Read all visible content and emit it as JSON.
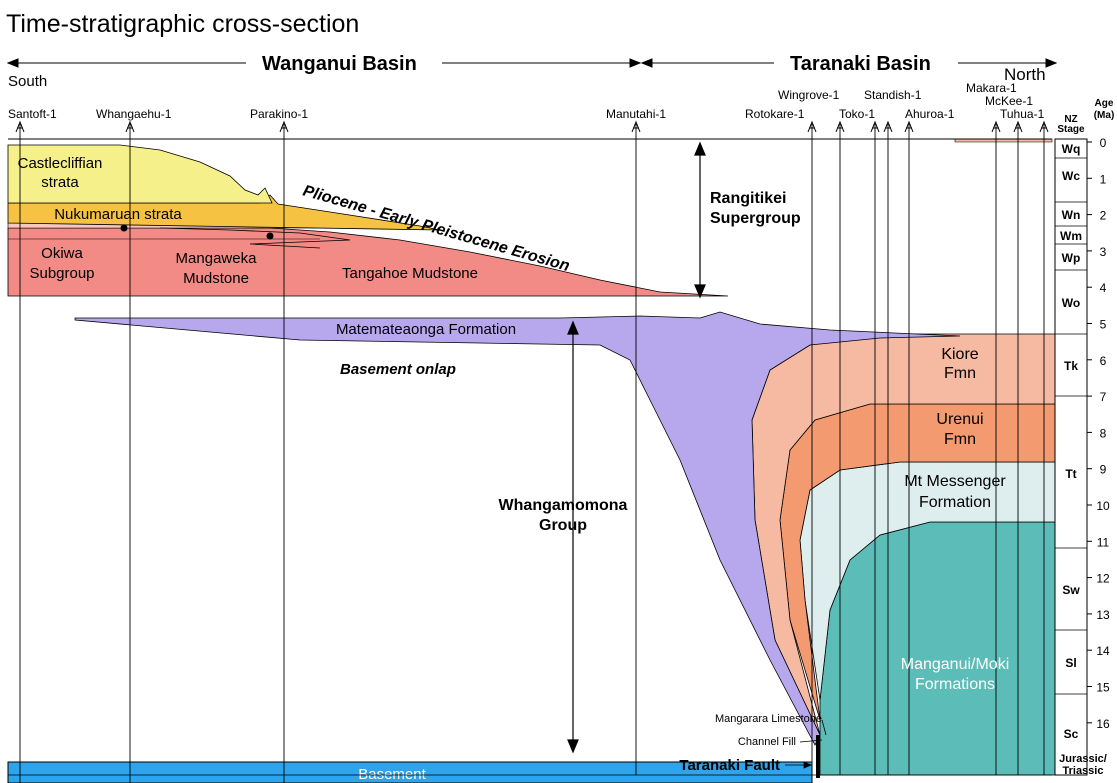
{
  "title": "Time-stratigraphic cross-section",
  "basins": {
    "wanganui": "Wanganui Basin",
    "taranaki": "Taranaki Basin"
  },
  "directions": {
    "south": "South",
    "north": "North"
  },
  "wells": [
    "Santoft-1",
    "Whangaehu-1",
    "Parakino-1",
    "Manutahi-1",
    "Rotokare-1",
    "Wingrove-1",
    "Toko-1",
    "Standish-1",
    "Ahuroa-1",
    "Makara-1",
    "McKee-1",
    "Tuhua-1"
  ],
  "stage_header": {
    "nz": "NZ",
    "stage": "Stage",
    "age": "Age",
    "ma": "(Ma)"
  },
  "stages": [
    "Wq",
    "Wc",
    "Wn",
    "Wm",
    "Wp",
    "Wo",
    "Tk",
    "Tt",
    "Sw",
    "Sl",
    "Sc"
  ],
  "ages": [
    "0",
    "1",
    "2",
    "3",
    "4",
    "5",
    "6",
    "7",
    "8",
    "9",
    "10",
    "11",
    "12",
    "13",
    "14",
    "15",
    "16"
  ],
  "jurassic": [
    "Jurassic/",
    "Triassic"
  ],
  "units": {
    "castlecliffian": [
      "Castlecliffian",
      "strata"
    ],
    "nukumaruan": "Nukumaruan strata",
    "okiwa": [
      "Okiwa",
      "Subgroup"
    ],
    "mangaweka": [
      "Mangaweka",
      "Mudstone"
    ],
    "tangahoe": "Tangahoe  Mudstone",
    "matemateaonga": "Matemateaonga Formation",
    "kiore": [
      "Kiore",
      "Fmn"
    ],
    "urenui": [
      "Urenui",
      "Fmn"
    ],
    "mt_messenger": [
      "Mt Messenger",
      "Formation"
    ],
    "manganui": [
      "Manganui/Moki",
      "Formations"
    ],
    "basement": "Basement"
  },
  "annotations": {
    "erosion": "Pliocene - Early Pleistocene Erosion",
    "rangitikei": [
      "Rangitikei",
      "Supergroup"
    ],
    "basement_onlap": "Basement onlap",
    "whangamomona": [
      "Whangamomona",
      "Group"
    ],
    "mangarara": "Mangarara Limestone",
    "channel_fill": "Channel Fill",
    "taranaki_fault": "Taranaki Fault"
  },
  "colors": {
    "castlecliffian": "#f5f08a",
    "nukumaruan": "#f5c242",
    "okiwa": "#f8c8c0",
    "tangahoe": "#f28a86",
    "matemateaonga": "#b7a8ee",
    "kiore": "#f6b9a2",
    "urenui": "#f39a70",
    "mt_messenger": "#deeeee",
    "manganui": "#5bbcb8",
    "basement": "#2fa4ea"
  }
}
